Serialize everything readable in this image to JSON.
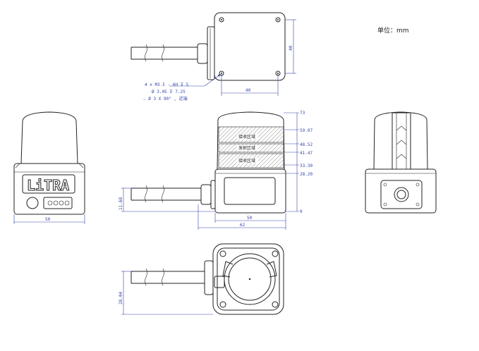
{
  "unit_label": "单位：mm",
  "top_view": {
    "dims": {
      "width": "40",
      "height": "40"
    },
    "notes": [
      "4 x  M3.5 - 6H ⊽ 5",
      "Ø 3.05 ⊽ 7.25",
      "⌵ Ø 3 X 90° , 近端"
    ]
  },
  "left_view": {
    "logo": "LiTRA",
    "dims": {
      "width": "50"
    }
  },
  "front_view": {
    "zone_labels": [
      "接收区域",
      "发射区域",
      "接收区域"
    ],
    "height_dims": [
      "73",
      "59.07",
      "48.52",
      "41.47",
      "33.30",
      "28.20",
      "0"
    ],
    "dims": {
      "cable_height": "11.68",
      "body_width": "50",
      "total_width": "62"
    }
  },
  "bottom_view": {
    "dims": {
      "cable_height": "28.04"
    }
  }
}
